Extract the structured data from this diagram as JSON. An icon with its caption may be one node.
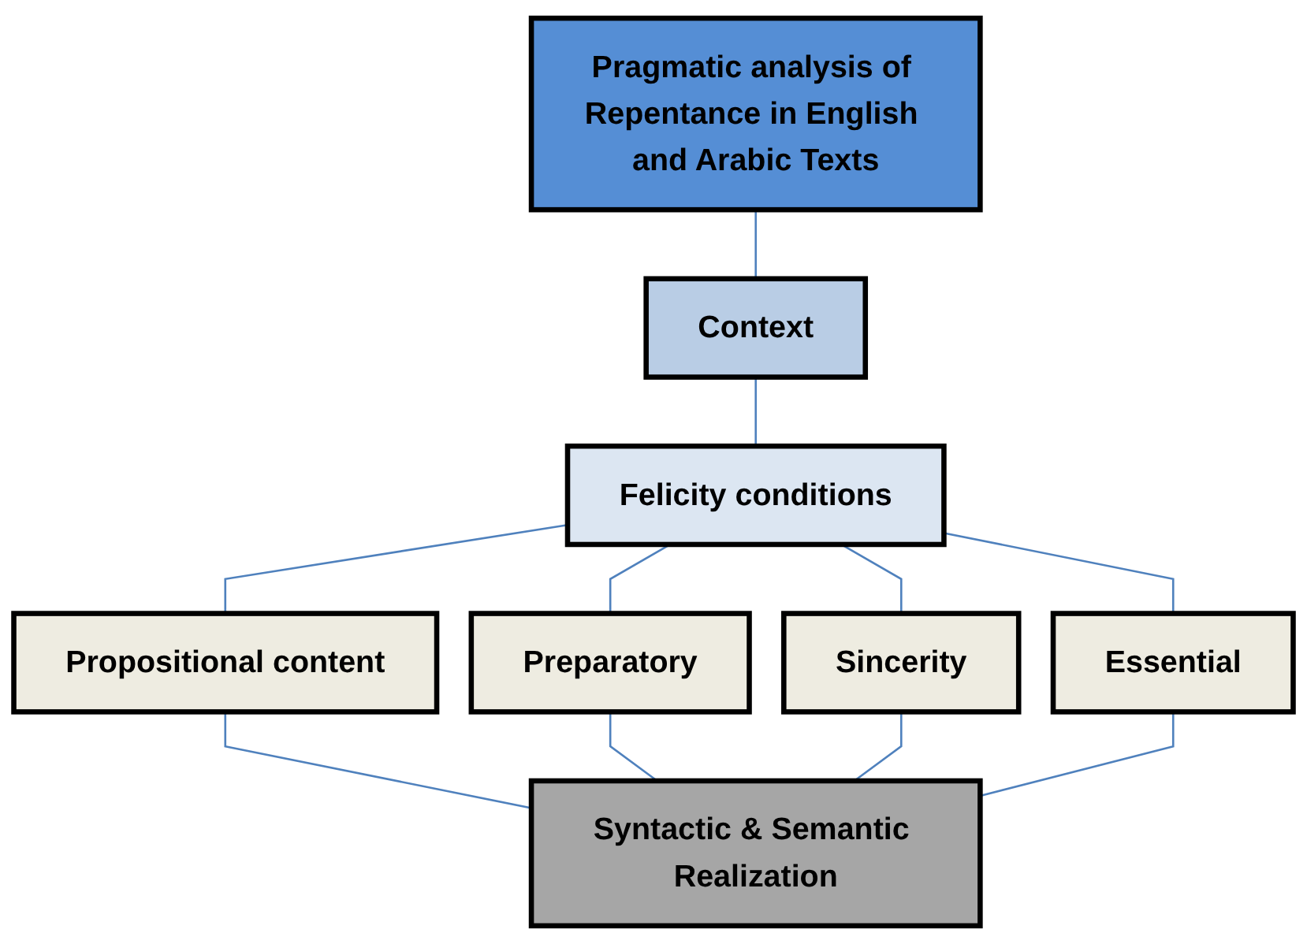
{
  "diagram": {
    "nodes": [
      {
        "text": [
          "Pragmatic analysis of Repentance in English and Arabic Texts"
        ]
      },
      {
        "text": [
          "Context"
        ]
      },
      {
        "text": [
          "Felicity conditions"
        ]
      },
      {
        "text": [
          "Propositional content"
        ]
      },
      {
        "text": [
          "Preparatory"
        ]
      },
      {
        "text": [
          "Sincerity"
        ]
      },
      {
        "text": [
          "Essential"
        ]
      },
      {
        "text": [
          "Syntactic & Semantic Realization"
        ]
      }
    ],
    "edges": [
      {
        "from": 0,
        "to": 1,
        "arrow": "none"
      },
      {
        "from": 1,
        "to": 2,
        "arrow": "none"
      },
      {
        "from": 2,
        "to": 3,
        "arrow": "none"
      },
      {
        "from": 2,
        "to": 4,
        "arrow": "none"
      },
      {
        "from": 2,
        "to": 5,
        "arrow": "none"
      },
      {
        "from": 2,
        "to": 6,
        "arrow": "none"
      },
      {
        "from": 3,
        "to": 7,
        "arrow": "none"
      },
      {
        "from": 4,
        "to": 7,
        "arrow": "none"
      },
      {
        "from": 5,
        "to": 7,
        "arrow": "none"
      },
      {
        "from": 6,
        "to": 7,
        "arrow": "none"
      }
    ]
  }
}
